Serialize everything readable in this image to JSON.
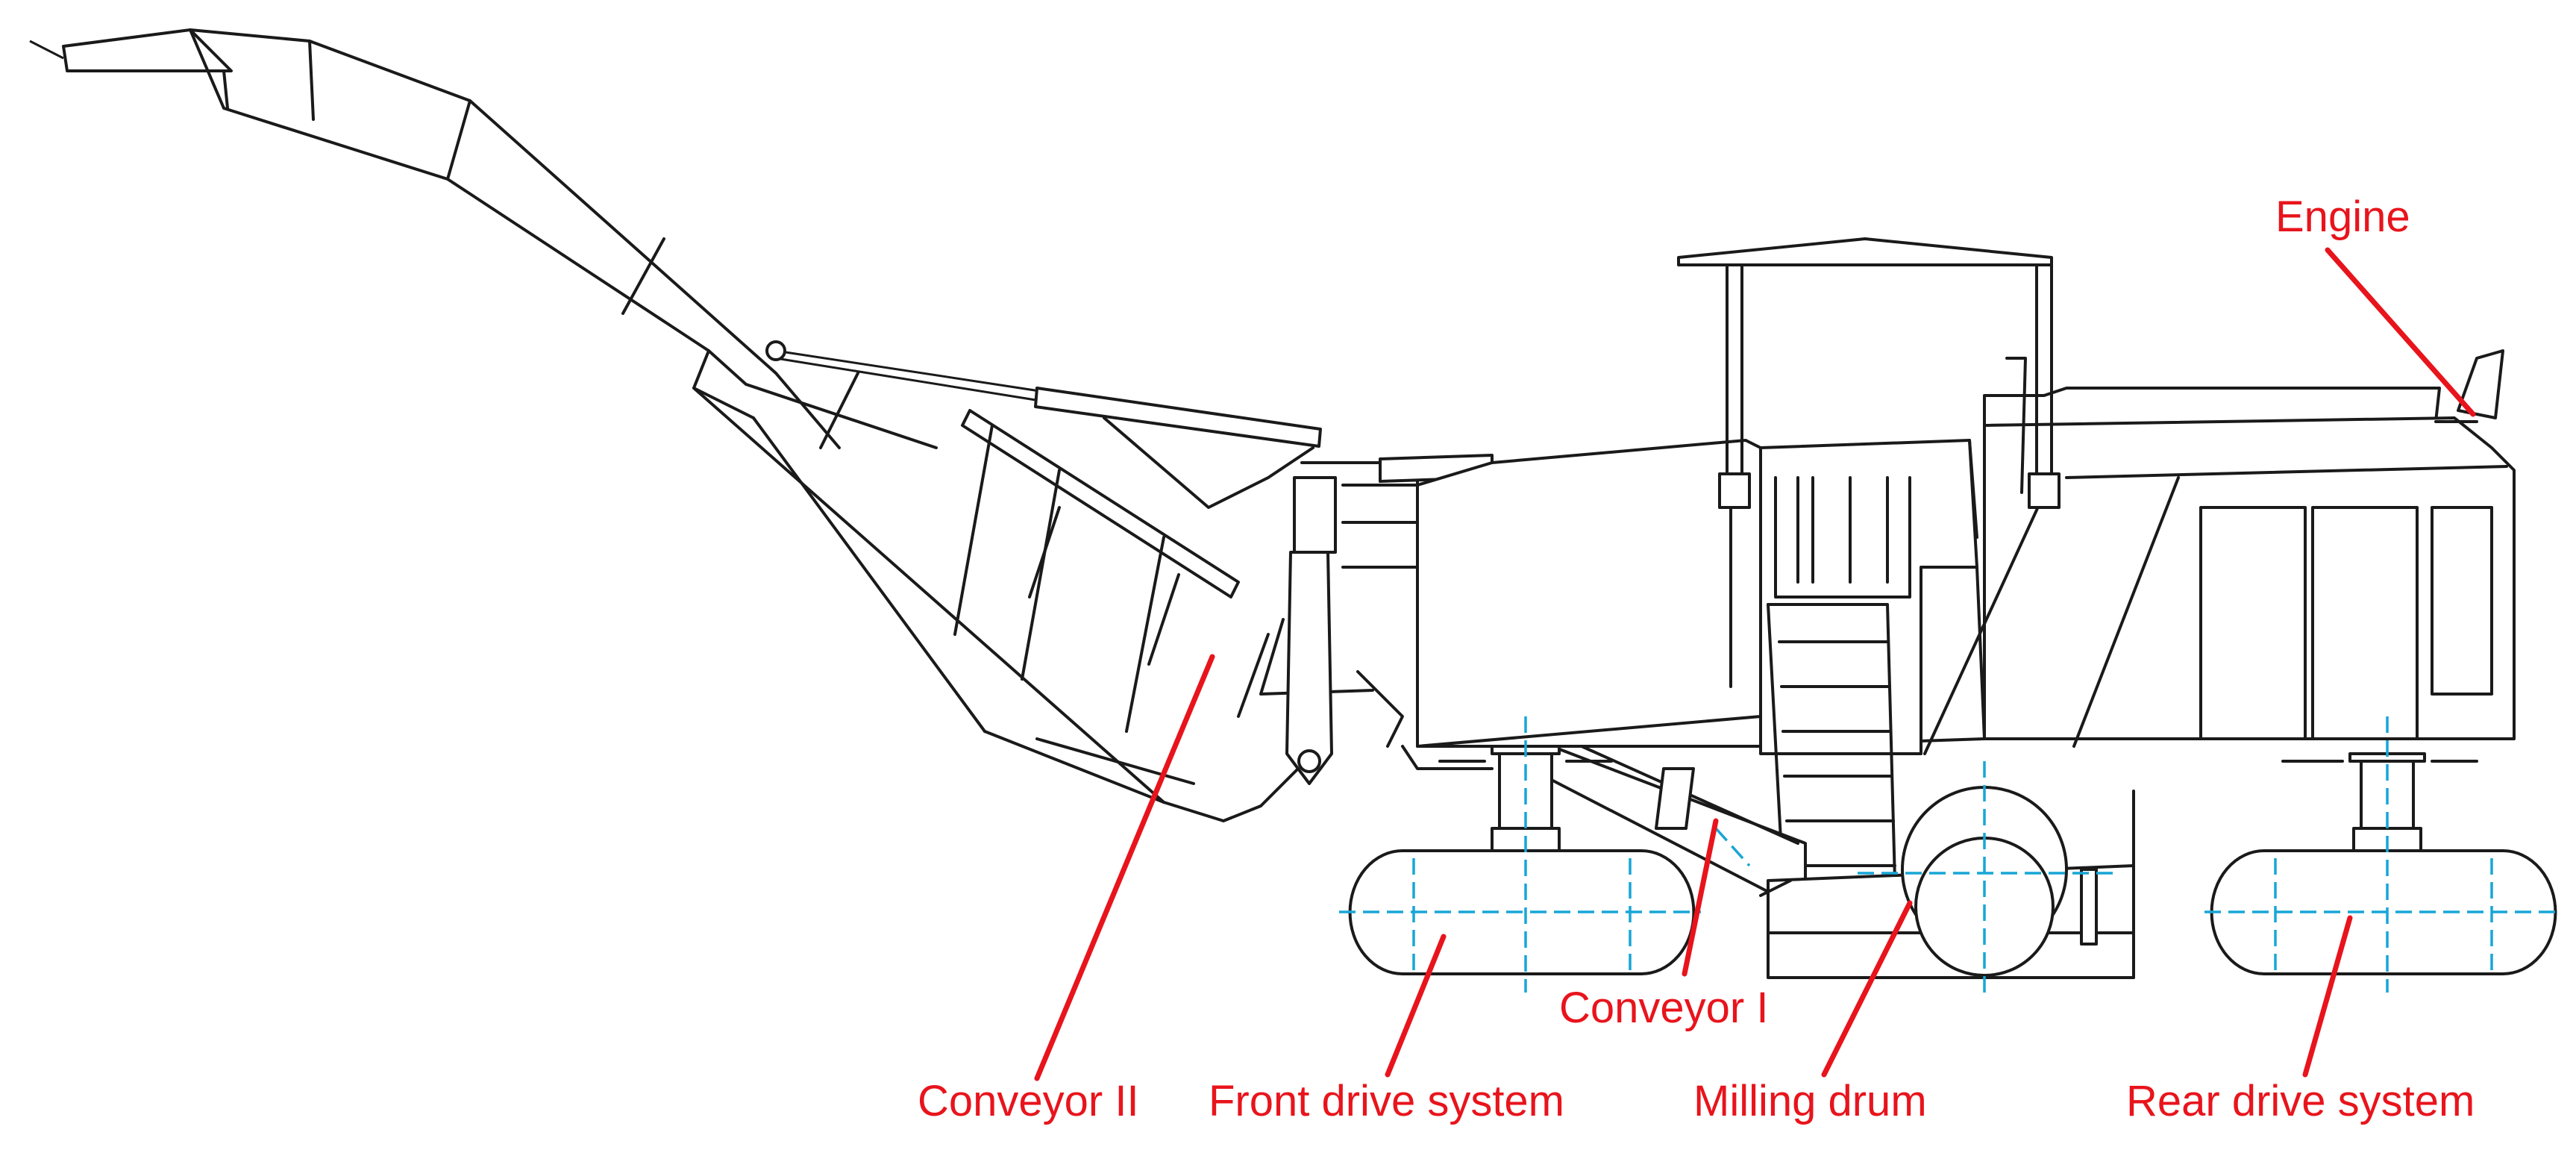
{
  "labels": {
    "engine": "Engine",
    "conveyor_2": "Conveyor II",
    "front_drive": "Front drive system",
    "conveyor_1": "Conveyor I",
    "milling_drum": "Milling drum",
    "rear_drive": "Rear drive system"
  },
  "colors": {
    "label": "#e8141c",
    "linework": "#1a1a1a",
    "centerline": "#17a6d6",
    "background": "#ffffff"
  }
}
